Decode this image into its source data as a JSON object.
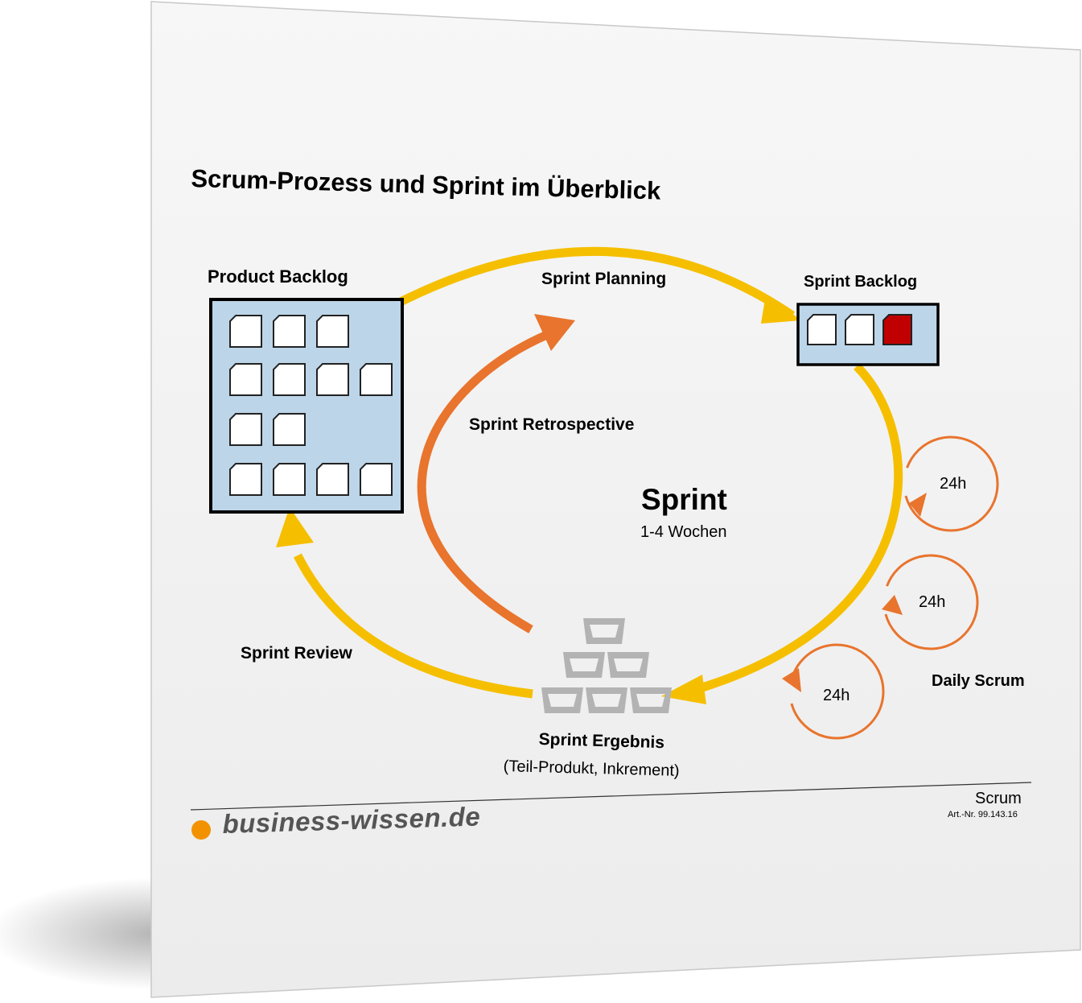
{
  "document": {
    "title": "Scrum-Prozess und Sprint im Überblick",
    "footer": {
      "brand": "business-wissen.de",
      "category": "Scrum",
      "article_number": "Art.-Nr. 99.143.16"
    }
  },
  "diagram": {
    "product_backlog": {
      "label": "Product Backlog",
      "item_rows": [
        3,
        4,
        2,
        4
      ]
    },
    "sprint_planning": {
      "label": "Sprint Planning"
    },
    "sprint_backlog": {
      "label": "Sprint Backlog",
      "items": 3,
      "items_in_progress": 1
    },
    "sprint_retrospective": {
      "label": "Sprint Retrospective"
    },
    "sprint": {
      "label": "Sprint",
      "duration": "1-4 Wochen"
    },
    "daily_scrum": {
      "label": "Daily Scrum",
      "cycles": [
        "24h",
        "24h",
        "24h"
      ]
    },
    "sprint_review": {
      "label": "Sprint Review"
    },
    "sprint_result": {
      "label": "Sprint Ergebnis",
      "sublabel": "(Teil-Produkt, Inkrement)"
    },
    "colors": {
      "main_cycle": "#f5bf00",
      "retrospective": "#e8742d",
      "daily_scrum": "#e8742d",
      "backlog_fill": "#bcd5e9",
      "in_progress_item": "#c00000",
      "increment_blocks": "#b3b3b3",
      "brand_dot": "#f39200",
      "brand_text": "#555555"
    }
  }
}
